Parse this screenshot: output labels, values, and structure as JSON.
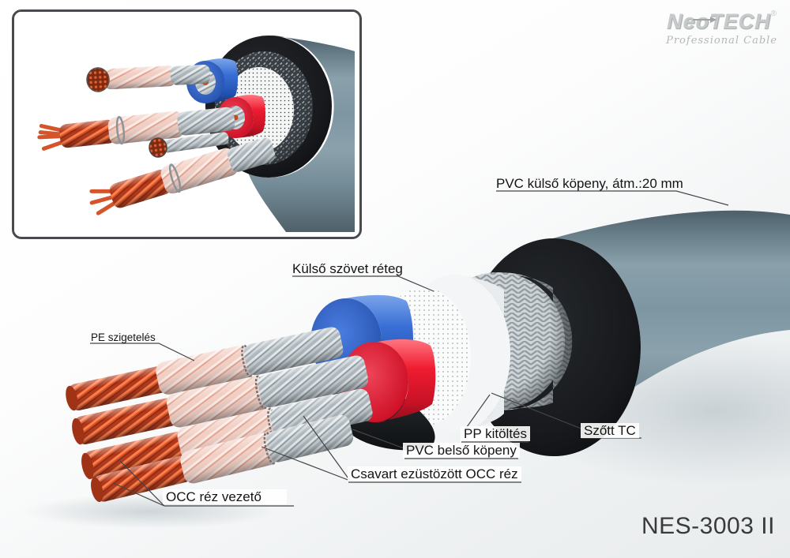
{
  "logo": {
    "brand": "NeoTECH",
    "registered_mark": "®",
    "tagline": "Professional Cable"
  },
  "model_label": "NES-3003 II",
  "callouts": {
    "outer_jacket": "PVC külső köpeny, átm.:20 mm",
    "outer_fabric": "Külső szövet réteg",
    "pe_insulation": "PE szigetelés",
    "pp_filler": "PP kitöltés",
    "inner_jacket": "PVC belső köpeny",
    "silver_occ": "Csavart ezüstözött OCC réz",
    "occ_conductor": "OCC réz vezető",
    "woven_tc": "Szőtt TC"
  },
  "colors": {
    "jacket_gray": "#7d95a2",
    "blue_ring": "#2d63c9",
    "red_ring": "#e41a2c",
    "copper": "#e0511f",
    "silver_braid": "#c8cfd4",
    "leader_line": "#454545"
  }
}
